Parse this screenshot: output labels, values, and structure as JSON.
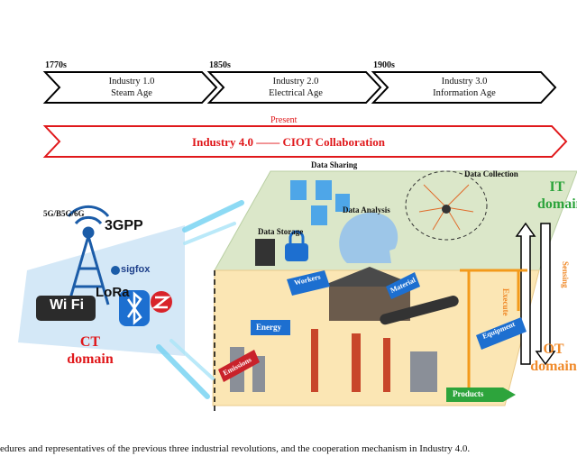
{
  "eras": [
    {
      "year": "1770s",
      "title": "Industry 1.0",
      "subtitle": "Steam Age"
    },
    {
      "year": "1850s",
      "title": "Industry 2.0",
      "subtitle": "Electrical Age"
    },
    {
      "year": "1900s",
      "title": "Industry 3.0",
      "subtitle": "Information Age"
    }
  ],
  "present": {
    "label": "Present",
    "title": "Industry 4.0 —— CIOT Collaboration"
  },
  "it_domain": {
    "title": "IT\ndomain",
    "items": [
      "Data Sharing",
      "Data Collection",
      "Data Analysis",
      "Data Storage"
    ]
  },
  "ot_domain": {
    "title": "OT\ndomain",
    "items": [
      "Workers",
      "Material",
      "Energy",
      "Equipment",
      "Emissions",
      "Products"
    ]
  },
  "ct_domain": {
    "title": "CT\ndomain",
    "items": [
      "5G/B5G/6G",
      "3GPP",
      "sigfox",
      "LoRa",
      "Wi Fi"
    ]
  },
  "cycle": {
    "left": "Execute",
    "right": "Sensing"
  },
  "caption": "edures and representatives of the previous three industrial revolutions, and the cooperation mechanism in Industry 4.0."
}
